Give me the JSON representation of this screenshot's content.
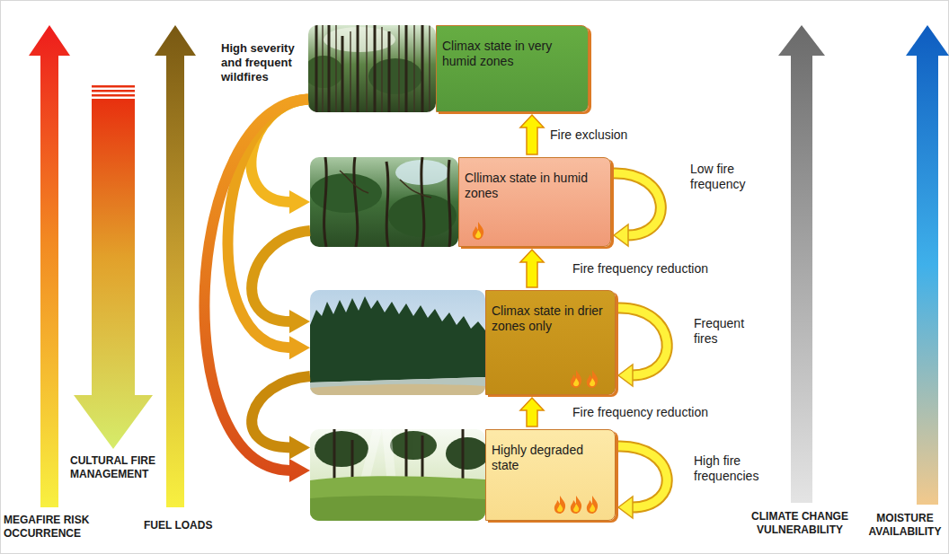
{
  "diagram": {
    "nodes": [
      {
        "text": [
          "Climax state in very humid zones"
        ]
      },
      {
        "text": [
          "Cllimax state in humid zones"
        ]
      },
      {
        "text": [
          "Climax state in drier zones only"
        ]
      },
      {
        "text": [
          "Highly degraded state"
        ]
      }
    ],
    "edges": [
      {
        "from": 1,
        "to": 0,
        "label": "Fire exclusion",
        "arrow": "to"
      },
      {
        "from": 2,
        "to": 1,
        "label": "Fire frequency reduction",
        "arrow": "to"
      },
      {
        "from": 3,
        "to": 2,
        "label": "Fire frequency reduction",
        "arrow": "to"
      },
      {
        "from": 0,
        "to": 1,
        "arrow": "to"
      },
      {
        "from": 0,
        "to": 2,
        "arrow": "to"
      },
      {
        "from": 0,
        "to": 3,
        "arrow": "to"
      },
      {
        "from": 1,
        "to": 2,
        "arrow": "to"
      },
      {
        "from": 2,
        "to": 3,
        "arrow": "to"
      }
    ],
    "labels": [
      "High severity and frequent wildfires",
      "MEGAFIRE RISK OCCURRENCE",
      "CULTURAL FIRE MANAGEMENT",
      "FUEL LOADS",
      "Low fire frequency",
      "Frequent fires",
      "High fire frequencies",
      "CLIMATE CHANGE VULNERABILITY",
      "MOISTURE AVAILABILITY"
    ]
  }
}
